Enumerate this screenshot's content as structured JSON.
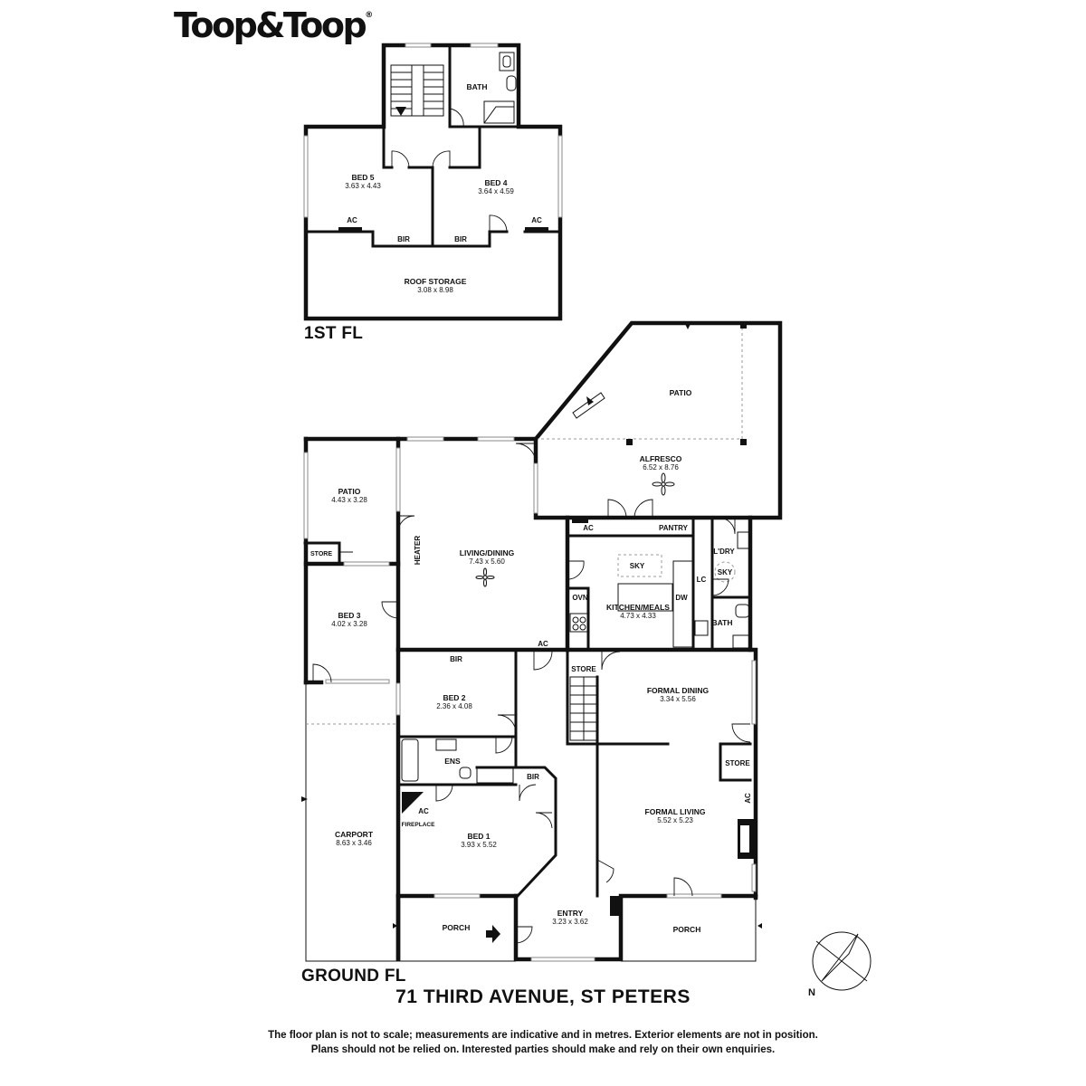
{
  "brand": {
    "logo_text": "Toop&Toop",
    "logo_mark": "®"
  },
  "floors": {
    "first": "1ST FL",
    "ground": "GROUND FL"
  },
  "address": "71 THIRD AVENUE, ST PETERS",
  "disclaimer": [
    "The floor plan is not to scale; measurements are indicative and in metres. Exterior elements are not in position.",
    "Plans should not be relied on. Interested parties should make and rely on their own enquiries."
  ],
  "compass": {
    "label": "N"
  },
  "rooms": {
    "bath_up": {
      "name": "BATH"
    },
    "bed5": {
      "name": "BED 5",
      "dim": "3.63 x 4.43"
    },
    "bed4": {
      "name": "BED 4",
      "dim": "3.64 x 4.59"
    },
    "roof_storage": {
      "name": "ROOF STORAGE",
      "dim": "3.08 x 8.98"
    },
    "patio_top": {
      "name": "PATIO"
    },
    "alfresco": {
      "name": "ALFRESCO",
      "dim": "6.52 x 8.76"
    },
    "patio_left": {
      "name": "PATIO",
      "dim": "4.43 x 3.28"
    },
    "living": {
      "name": "LIVING/DINING",
      "dim": "7.43 x 5.60"
    },
    "kitchen": {
      "name": "KITCHEN/MEALS",
      "dim": "4.73 x 4.33"
    },
    "bed3": {
      "name": "BED 3",
      "dim": "4.02 x 3.28"
    },
    "bed2": {
      "name": "BED 2",
      "dim": "2.36 x 4.08"
    },
    "bed1": {
      "name": "BED 1",
      "dim": "3.93 x 5.52"
    },
    "formal_dining": {
      "name": "FORMAL DINING",
      "dim": "3.34 x 5.56"
    },
    "formal_living": {
      "name": "FORMAL LIVING",
      "dim": "5.52 x 5.23"
    },
    "carport": {
      "name": "CARPORT",
      "dim": "8.63 x 3.46"
    },
    "entry": {
      "name": "ENTRY",
      "dim": "3.23 x 3.62"
    },
    "porch_left": {
      "name": "PORCH"
    },
    "porch_right": {
      "name": "PORCH"
    },
    "ens": {
      "name": "ENS"
    },
    "bath_down": {
      "name": "BATH"
    },
    "laundry": {
      "name": "L'DRY"
    }
  },
  "fixtures": {
    "bir_bed5": "BIR",
    "bir_bed4": "BIR",
    "ac_bed5": "AC",
    "ac_bed4": "AC",
    "store_patio": "STORE",
    "heater": "HEATER",
    "ac_kitchen": "AC",
    "pantry": "PANTRY",
    "sky_kitchen": "SKY",
    "sky_laundry": "SKY",
    "lc": "LC",
    "dw": "DW",
    "ovn": "OVN",
    "ac_living": "AC",
    "store_hall": "STORE",
    "bir_bed2": "BIR",
    "bir_bed1": "BIR",
    "ac_bed1": "AC",
    "fireplace": "FIREPLACE",
    "store_formal": "STORE",
    "ac_formal": "AC"
  }
}
